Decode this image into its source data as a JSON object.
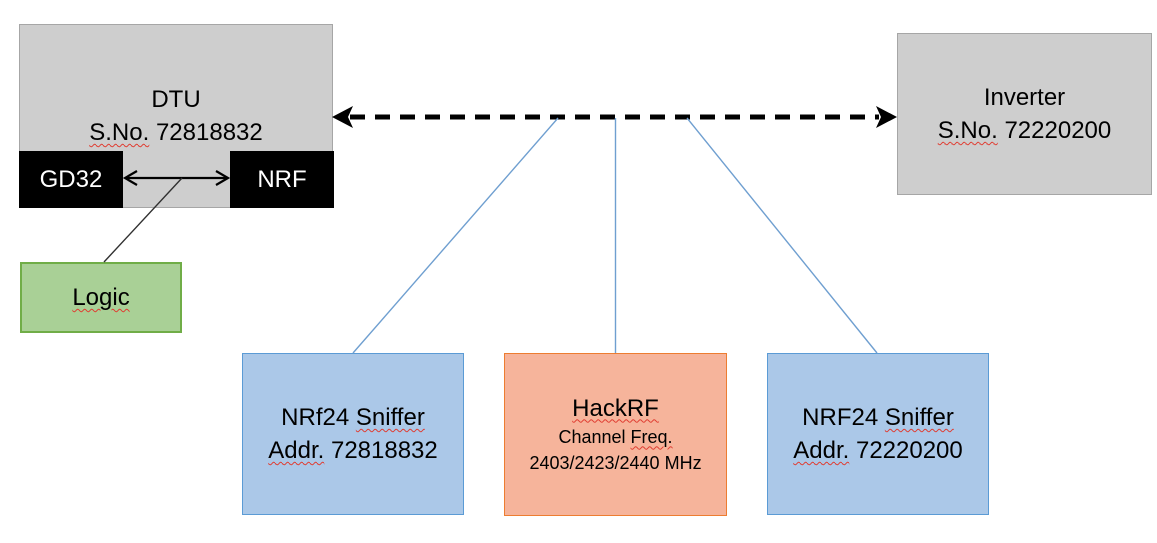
{
  "colors": {
    "canvasBg": "#ffffff",
    "grayFill": "#cecece",
    "grayBorder": "#a6a6a6",
    "blackFill": "#000000",
    "greenFill": "#a9d096",
    "greenBorder": "#70ad47",
    "blueFill": "#abc8e8",
    "blueBorder": "#5b9bd5",
    "orangeFill": "#f6b49b",
    "orangeBorder": "#ed7d31",
    "connectorBlue": "#6f9fd0",
    "arrowBlack": "#000000",
    "squiggleRed": "#e03c31"
  },
  "nodes": {
    "dtu": {
      "title": "DTU",
      "serial_label": "S.No.",
      "serial_number": "72818832"
    },
    "gd32": {
      "label": "GD32"
    },
    "nrf": {
      "label": "NRF"
    },
    "logic": {
      "label": "Logic"
    },
    "inverter": {
      "title": "Inverter",
      "serial_label": "S.No.",
      "serial_number": "72220200"
    },
    "sniffer_dtu": {
      "name": "NRf24",
      "name2": "Sniffer",
      "addr_label": "Addr.",
      "addr_number": "72818832"
    },
    "hackrf": {
      "title": "HackRF",
      "freq_label": "Channel",
      "freq_label2": "Freq.",
      "freq_values": "2403/2423/2440 MHz"
    },
    "sniffer_inverter": {
      "name": "NRF24",
      "name2": "Sniffer",
      "addr_label": "Addr.",
      "addr_number": "72220200"
    }
  }
}
